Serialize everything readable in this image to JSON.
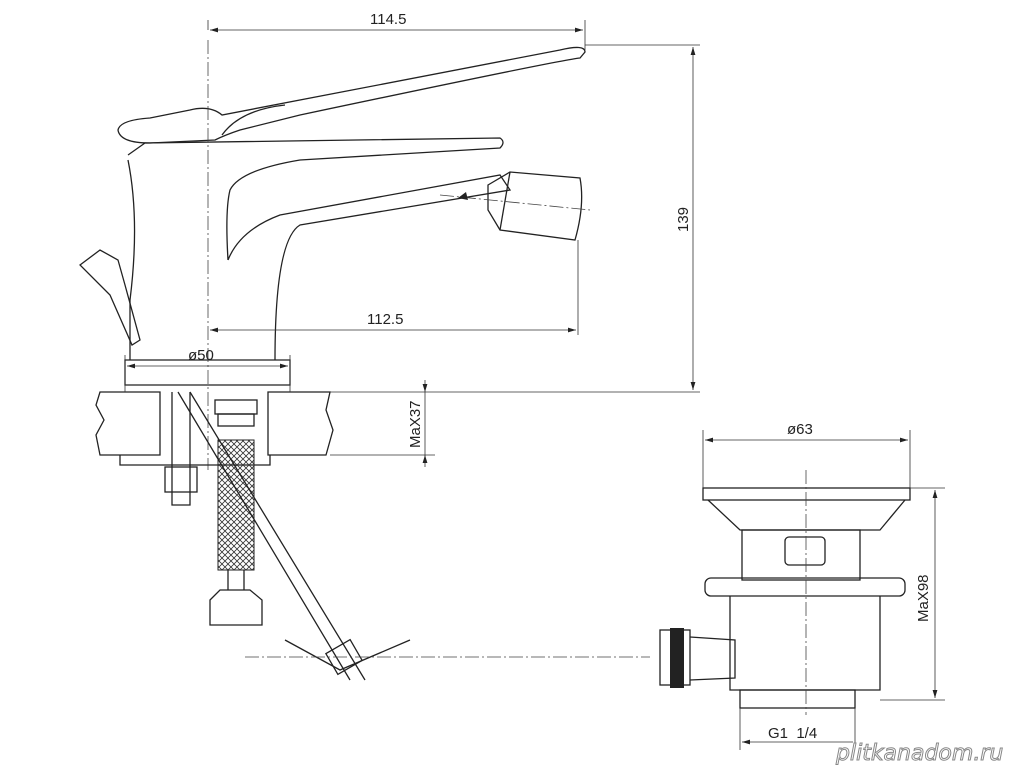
{
  "dimensions": {
    "spout_reach_top": "114.5",
    "height": "139",
    "spout_reach_bottom": "112.5",
    "base_diameter": "ø50",
    "max_counter_thickness": "MaX37",
    "drain_diameter": "ø63",
    "drain_max_height": "MaX98",
    "drain_thread": "G1  1/4"
  },
  "watermark": "plitkanadom.ru"
}
